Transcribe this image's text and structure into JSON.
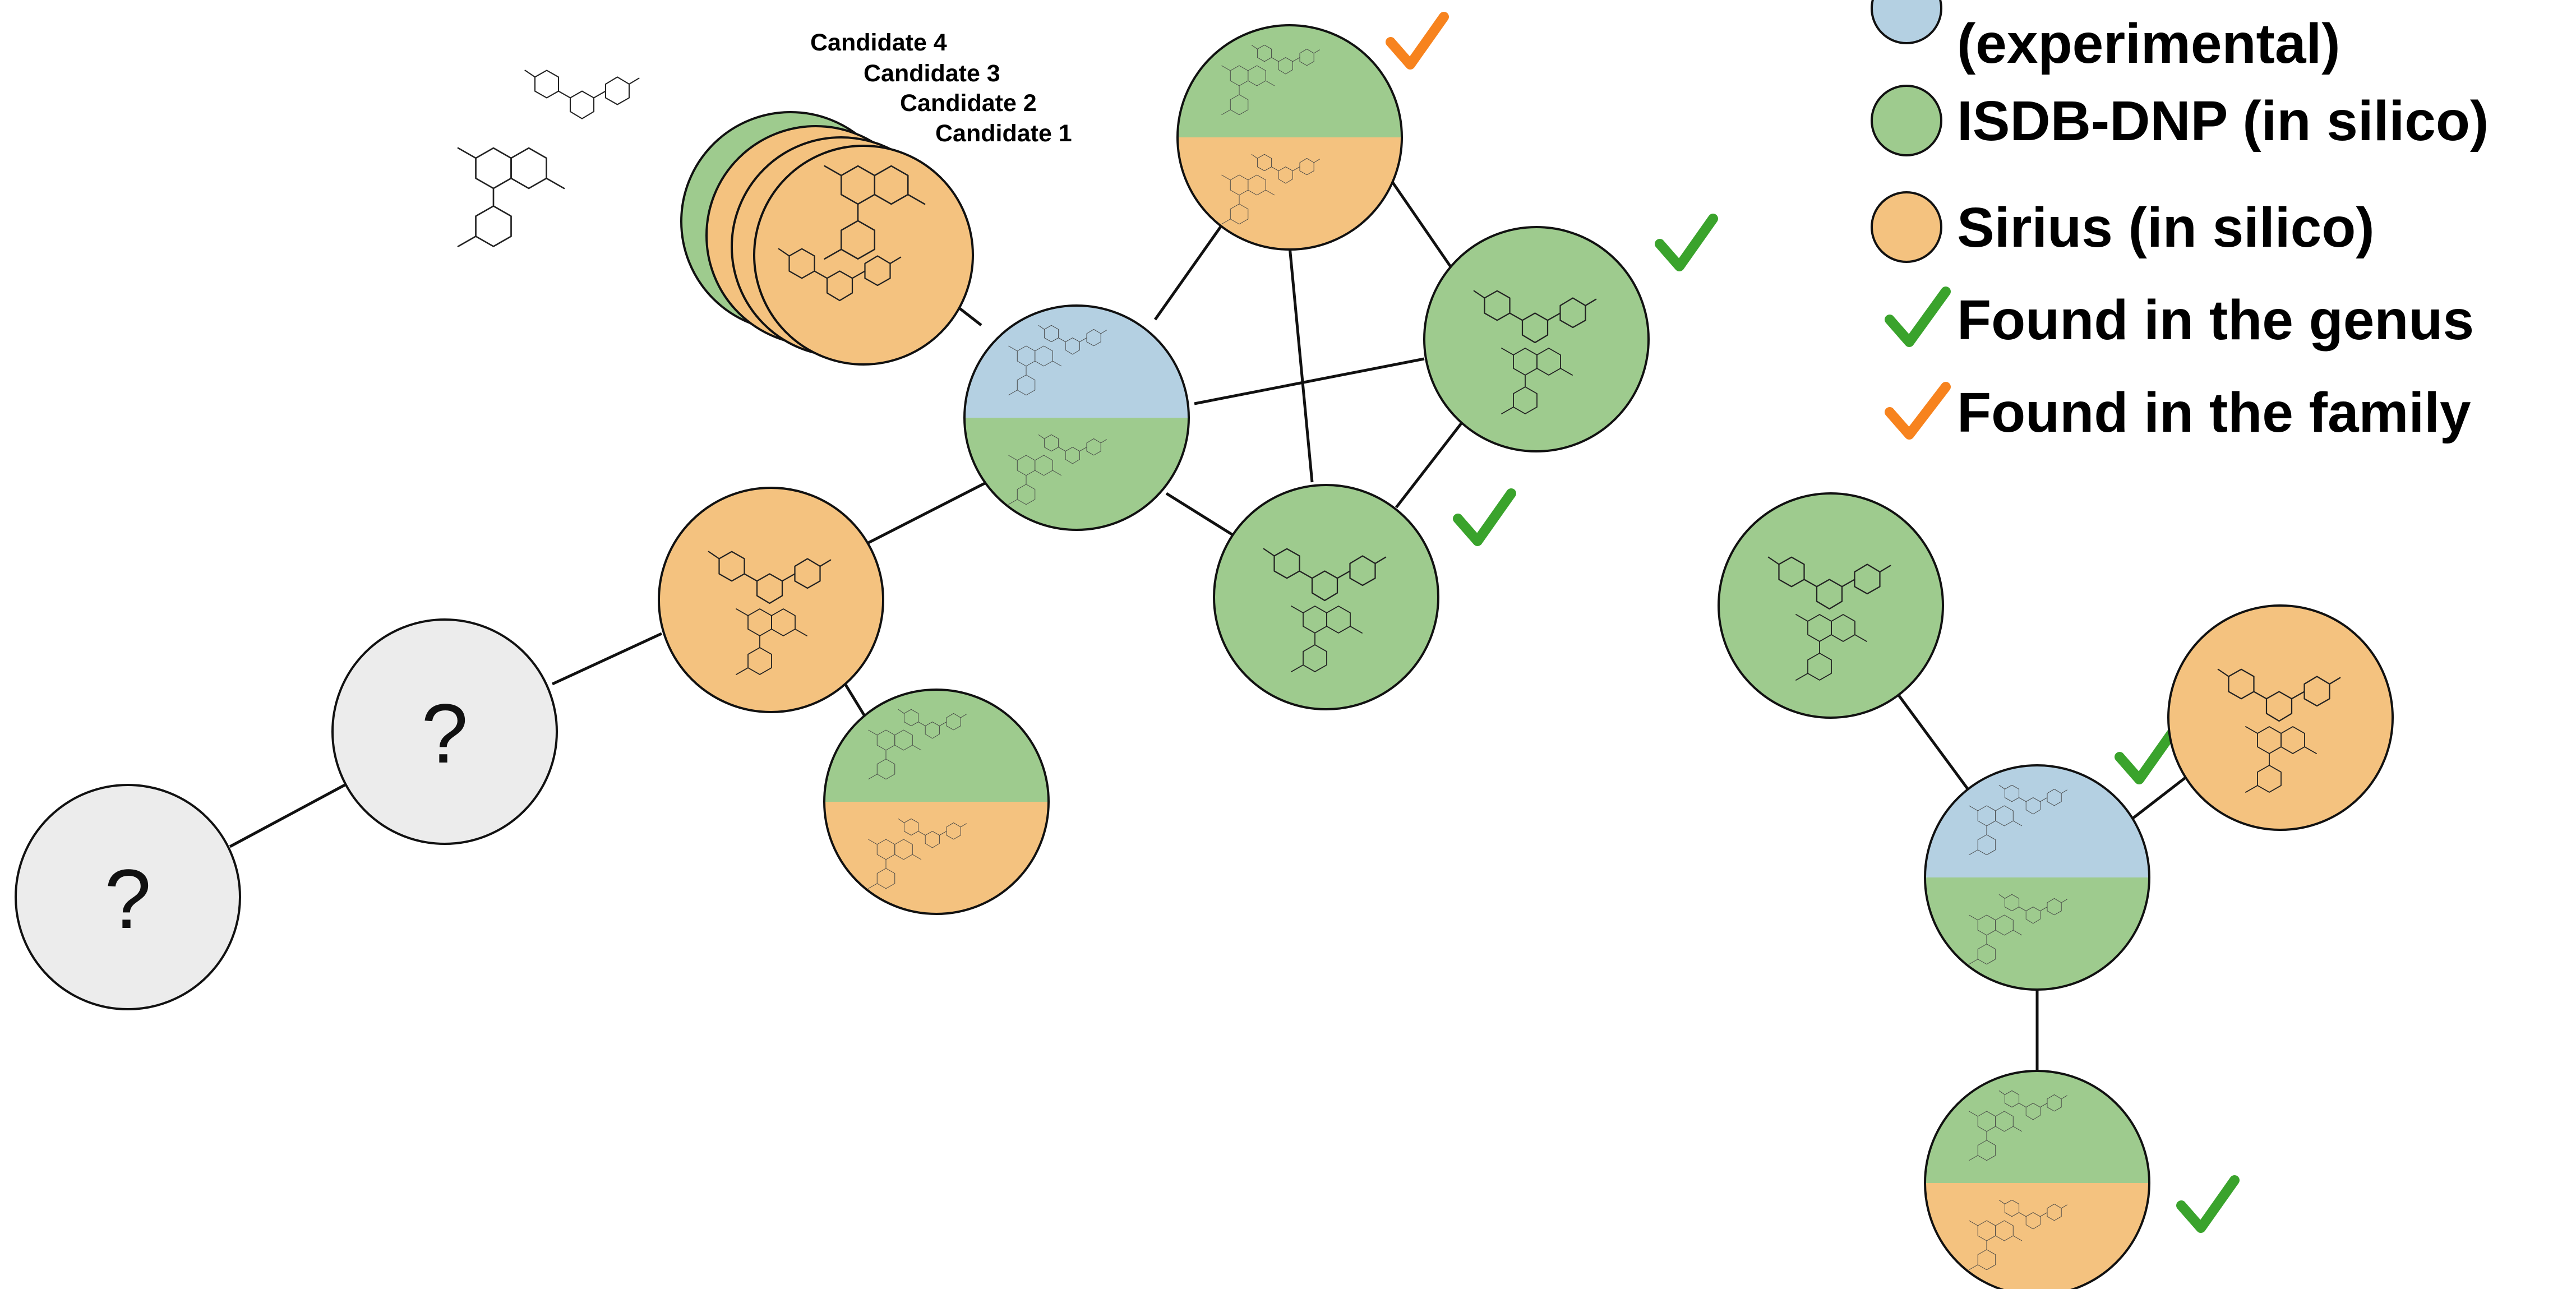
{
  "colors": {
    "experimental": "#b4d0e2",
    "isdb": "#9ecb8e",
    "sirius": "#f4c27f",
    "unknown": "#ececec",
    "genus_check": "#3aa32c",
    "family_check": "#f7831e"
  },
  "legend": {
    "items": [
      {
        "label": "(experimental)",
        "color": "#b4d0e2",
        "marker": "circle"
      },
      {
        "label": "ISDB-DNP (in silico)",
        "color": "#9ecb8e",
        "marker": "circle"
      },
      {
        "label": "Sirius (in silico)",
        "color": "#f4c27f",
        "marker": "circle"
      },
      {
        "label": "Found in the genus",
        "color": "#3aa32c",
        "marker": "check-icon"
      },
      {
        "label": "Found in the family",
        "color": "#f7831e",
        "marker": "check-icon"
      }
    ]
  },
  "candidates": [
    "Candidate 4",
    "Candidate 3",
    "Candidate 2",
    "Candidate 1"
  ],
  "unknown_label": "?",
  "nodes": [
    {
      "id": "hub-1",
      "top": "experimental",
      "bottom": "isdb"
    },
    {
      "id": "top-node",
      "top": "isdb",
      "bottom": "sirius",
      "mark": "family"
    },
    {
      "id": "right-node",
      "fill": "isdb",
      "mark": "genus"
    },
    {
      "id": "lower-node",
      "fill": "isdb",
      "mark": "genus"
    },
    {
      "id": "left-sirius-node",
      "fill": "sirius"
    },
    {
      "id": "candidate-stack",
      "fill": "sirius"
    },
    {
      "id": "bottom-mid-node",
      "top": "isdb",
      "bottom": "sirius"
    },
    {
      "id": "unknown-1",
      "fill": "unknown"
    },
    {
      "id": "unknown-2",
      "fill": "unknown"
    },
    {
      "id": "hub-2",
      "top": "experimental",
      "bottom": "isdb",
      "mark": "genus"
    },
    {
      "id": "fluorescein-node",
      "fill": "isdb"
    },
    {
      "id": "right-sirius-node",
      "fill": "sirius"
    },
    {
      "id": "bottom-right-node",
      "top": "isdb",
      "bottom": "sirius",
      "mark": "genus"
    }
  ]
}
